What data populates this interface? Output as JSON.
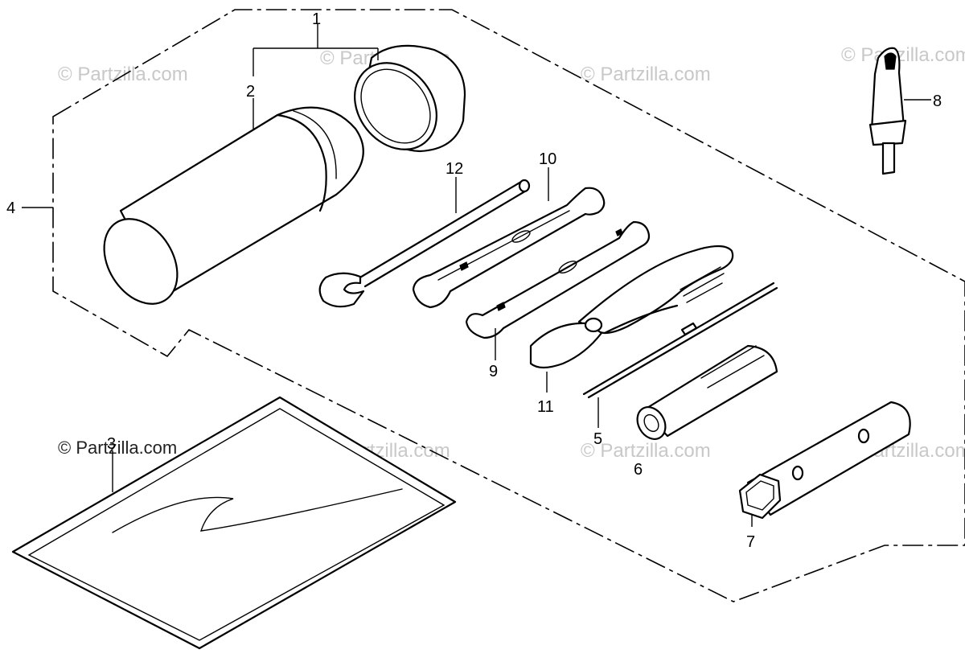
{
  "diagram": {
    "callouts": {
      "c1": "1",
      "c2": "2",
      "c3": "3",
      "c4": "4",
      "c5": "5",
      "c6": "6",
      "c7": "7",
      "c8": "8",
      "c9": "9",
      "c10": "10",
      "c11": "11",
      "c12": "12"
    },
    "watermark": "© Partzilla.com",
    "colors": {
      "line": "#000000",
      "watermark": "#c8c8c8",
      "background": "#ffffff"
    }
  }
}
